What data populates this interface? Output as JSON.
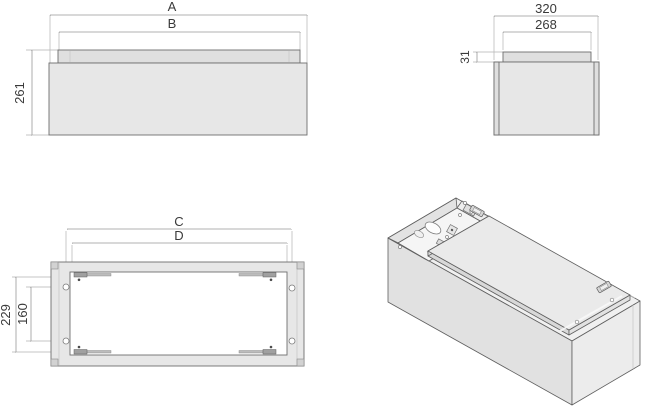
{
  "title": "cabinet-dimension-drawing",
  "colors": {
    "bg": "#ffffff",
    "edge": "#6e6e6e",
    "dim": "#999999",
    "ext": "#b3b3b3",
    "text": "#3a3a3a",
    "panel": "#e7e7e7",
    "lid": "#dfdfdf",
    "inner": "#ffffff",
    "iso-top": "#f0f0f0",
    "iso-front": "#e1e1e1",
    "iso-end": "#ececec",
    "iso-cover": "#eaeaea"
  },
  "views": {
    "front": {
      "dim_width_outer": "A",
      "dim_width_inner": "B",
      "dim_height": "261"
    },
    "side": {
      "dim_depth_outer": "320",
      "dim_depth_inner": "268",
      "dim_lid_height": "31"
    },
    "plan": {
      "dim_length_outer": "C",
      "dim_length_inner": "D",
      "dim_mount_outer": "229",
      "dim_mount_inner": "160"
    }
  }
}
